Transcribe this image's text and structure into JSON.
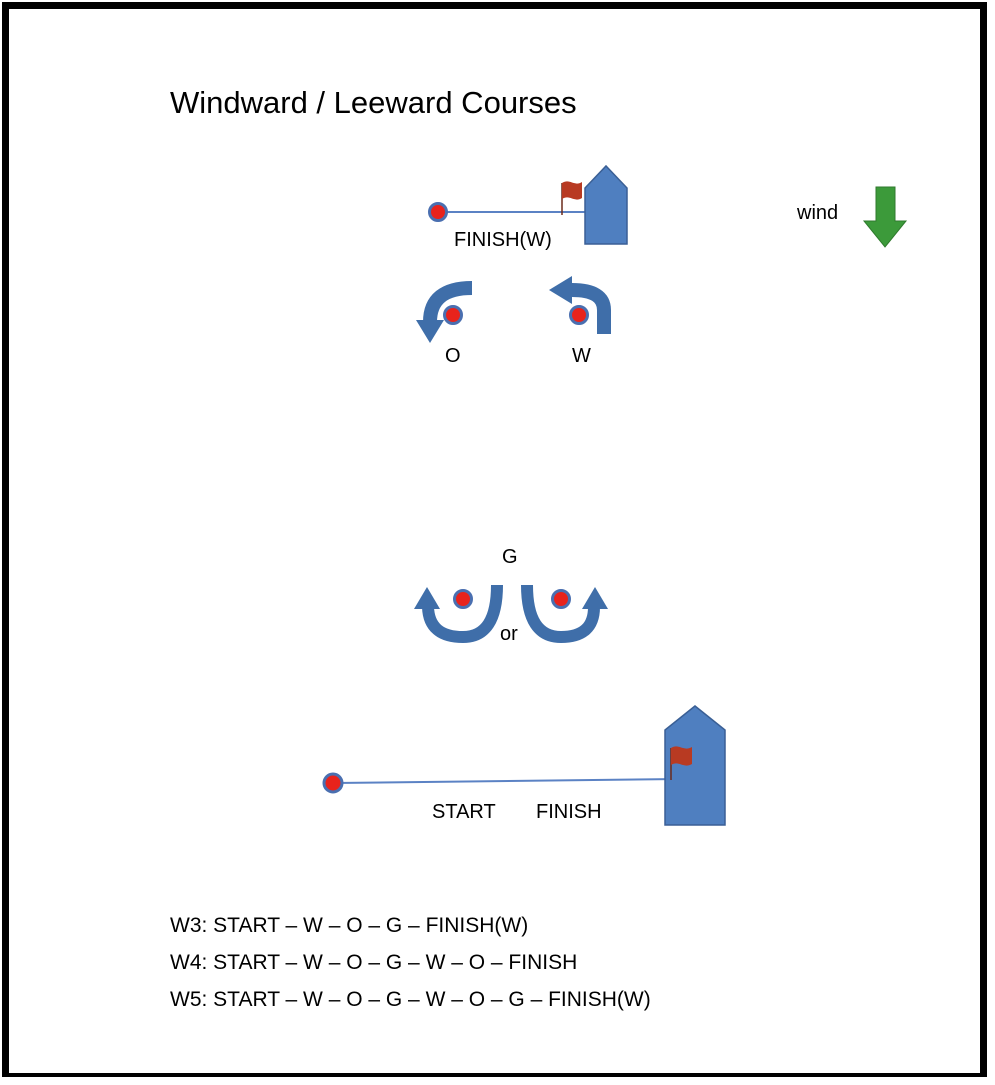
{
  "title": "Windward / Leeward Courses",
  "wind": {
    "label": "wind",
    "arrow_color": "#3c9a3a"
  },
  "finish_windward": {
    "label": "FINISH(W)"
  },
  "marks": {
    "O": "O",
    "W": "W",
    "G": "G"
  },
  "gate_separator": "or",
  "start_finish": {
    "start_label": "START",
    "finish_label": "FINISH"
  },
  "courses": [
    "W3: START – W – O – G – FINISH(W)",
    "W4: START – W – O – G – W – O – FINISH",
    "W5: START – W – O – G – W – O – G – FINISH(W)"
  ],
  "colors": {
    "boat": "#4f7fc0",
    "boat_stroke": "#3a5f95",
    "turn_arrow": "#3f6ea9",
    "mark_fill": "#e8231c",
    "mark_stroke": "#4a6fb0",
    "flag": "#b83a22",
    "line": "#5b82c4"
  }
}
